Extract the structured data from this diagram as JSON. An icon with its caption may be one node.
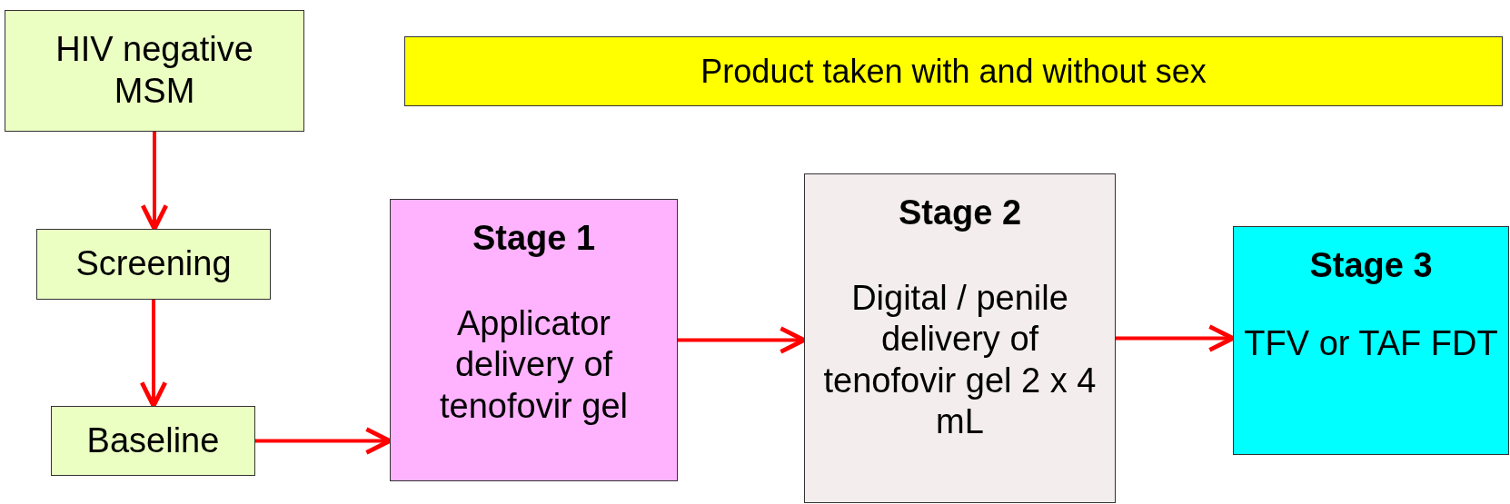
{
  "diagram": {
    "nodes": [
      {
        "text": [
          "HIV negative MSM"
        ]
      },
      {
        "text": [
          "Product taken with and without sex"
        ]
      },
      {
        "text": [
          "Screening"
        ]
      },
      {
        "text": [
          "Baseline"
        ]
      },
      {
        "text": [
          "Stage 1",
          "Applicator delivery of tenofovir gel"
        ]
      },
      {
        "text": [
          "Stage 2",
          "Digital / penile delivery of tenofovir gel 2 x 4 mL"
        ]
      },
      {
        "text": [
          "Stage 3",
          "TFV or TAF FDT"
        ]
      }
    ],
    "edges": [
      {
        "from": 0,
        "to": 2,
        "arrow": "to"
      },
      {
        "from": 2,
        "to": 3,
        "arrow": "to"
      },
      {
        "from": 3,
        "to": 4,
        "arrow": "to"
      },
      {
        "from": 4,
        "to": 5,
        "arrow": "to"
      },
      {
        "from": 5,
        "to": 6,
        "arrow": "to"
      }
    ]
  }
}
